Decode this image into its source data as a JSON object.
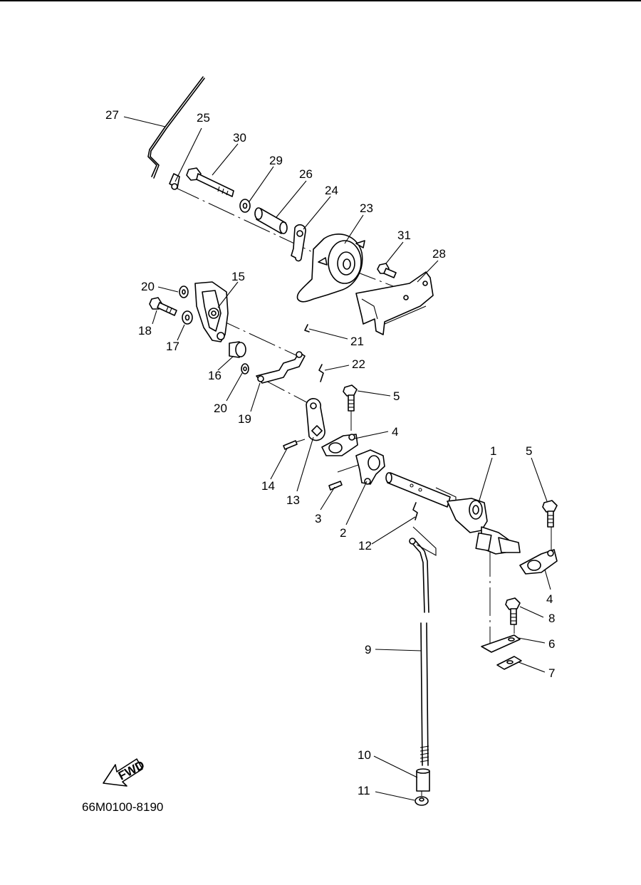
{
  "diagram_code": "66M0100-8190",
  "fwd_label": "FWD",
  "callouts": {
    "c1": "1",
    "c2": "2",
    "c3": "3",
    "c4a": "4",
    "c4b": "4",
    "c5a": "5",
    "c5b": "5",
    "c6": "6",
    "c7": "7",
    "c8": "8",
    "c9": "9",
    "c10": "10",
    "c11": "11",
    "c12": "12",
    "c13": "13",
    "c14": "14",
    "c15": "15",
    "c16": "16",
    "c17": "17",
    "c18": "18",
    "c19": "19",
    "c20a": "20",
    "c20b": "20",
    "c21": "21",
    "c22": "22",
    "c23": "23",
    "c24": "24",
    "c25": "25",
    "c26": "26",
    "c27": "27",
    "c28": "28",
    "c29": "29",
    "c30": "30",
    "c31": "31"
  }
}
